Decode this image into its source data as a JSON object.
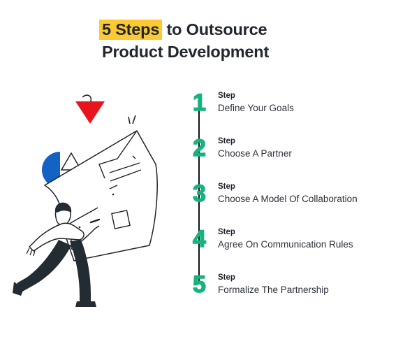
{
  "header": {
    "title_part_highlighted": "5 Steps",
    "title_part_rest": " to Outsource",
    "title_line2": "Product Development",
    "highlight_color": "#fbc934"
  },
  "colors": {
    "accent_green": "#16b37f",
    "ink": "#22272e",
    "red_triangle": "#e8161c",
    "blue_shape": "#1263c4",
    "navy": "#232b33",
    "background": "#ffffff"
  },
  "steps": [
    {
      "number": "1",
      "label": "Step",
      "description": "Define Your Goals"
    },
    {
      "number": "2",
      "label": "Step",
      "description": "Choose A Partner"
    },
    {
      "number": "3",
      "label": "Step",
      "description": "Choose A Model Of Collaboration"
    },
    {
      "number": "4",
      "label": "Step",
      "description": "Agree On Communication Rules"
    },
    {
      "number": "5",
      "label": "Step",
      "description": "Formalize The Partnership"
    }
  ],
  "illustration": {
    "name": "person-carrying-large-document",
    "elements": [
      "red-downward-triangle",
      "blue-semicircle",
      "small-outline-triangle",
      "large-wavy-paper-sheet",
      "walking-person"
    ]
  }
}
